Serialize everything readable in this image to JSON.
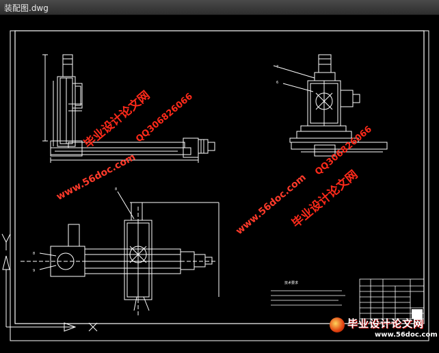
{
  "window": {
    "title": "装配图.dwg"
  },
  "drawing": {
    "balloons": [
      "7",
      "6",
      "8",
      "8",
      "9"
    ],
    "notes_title": "技术要求",
    "title_block_rows": 6
  },
  "watermarks": {
    "line1": "毕业设计论文网",
    "line2": "QQ306826066",
    "line3": "www.56doc.com"
  },
  "footer": {
    "brand": "毕业设计论文网",
    "url": "www.56doc.com"
  },
  "colors": {
    "line": "#ffffff",
    "accent": "#ff2a1a",
    "background": "#000000"
  }
}
